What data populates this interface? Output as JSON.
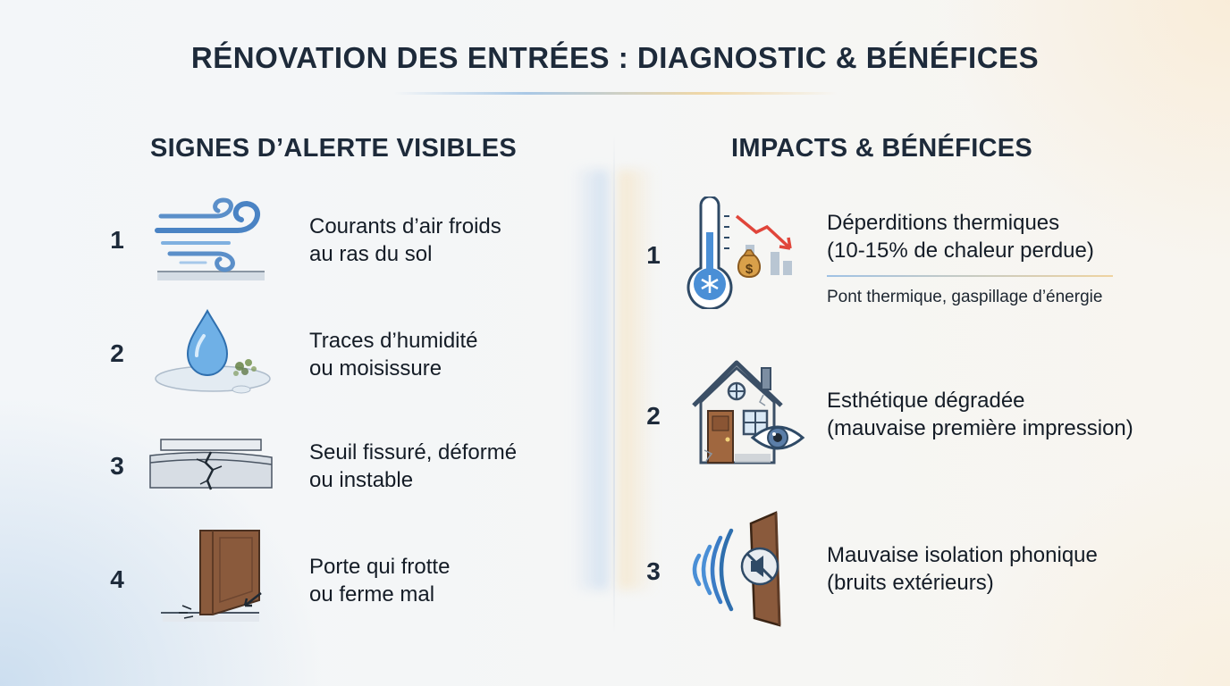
{
  "title": "RÉNOVATION DES ENTRÉES : DIAGNOSTIC & BÉNÉFICES",
  "left": {
    "heading": "SIGNES D’ALERTE VISIBLES",
    "items": [
      {
        "num": "1",
        "line1": "Courants d’air froids",
        "line2": "au ras du sol",
        "icon": "cold-draft-icon"
      },
      {
        "num": "2",
        "line1": "Traces d’humidité",
        "line2": "ou moisissure",
        "icon": "water-drop-mold-icon"
      },
      {
        "num": "3",
        "line1": "Seuil fissuré, déformé",
        "line2": "ou instable",
        "icon": "cracked-threshold-icon"
      },
      {
        "num": "4",
        "line1": "Porte qui frotte",
        "line2": "ou ferme mal",
        "icon": "rubbing-door-icon"
      }
    ]
  },
  "right": {
    "heading": "IMPACTS & BÉNÉFICES",
    "items": [
      {
        "num": "1",
        "line1": "Déperditions thermiques",
        "line2": "(10-15% de chaleur perdue)",
        "sub": "Pont thermique, gaspillage d’énergie",
        "icon": "thermometer-heat-loss-icon"
      },
      {
        "num": "2",
        "line1": "Esthétique dégradée",
        "line2": "(mauvaise première impression)",
        "icon": "house-eye-icon"
      },
      {
        "num": "3",
        "line1": "Mauvaise isolation phonique",
        "line2": "(bruits extérieurs)",
        "icon": "sound-door-muted-icon"
      }
    ]
  },
  "colors": {
    "accent_blue": "#4a8fd6",
    "accent_red": "#e0453a",
    "brown": "#8a5a3c"
  }
}
